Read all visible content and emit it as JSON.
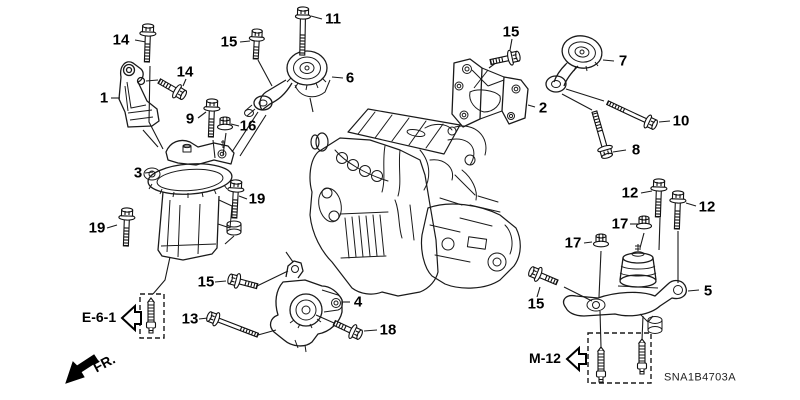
{
  "figure": {
    "drawing_code": "SNA1B4703A",
    "front_marker": "FR.",
    "ref_links": [
      {
        "label": "E-6-1"
      },
      {
        "label": "M-12"
      }
    ]
  },
  "callouts": [
    {
      "label": "14"
    },
    {
      "label": "15"
    },
    {
      "label": "11"
    },
    {
      "label": "14"
    },
    {
      "label": "1"
    },
    {
      "label": "6"
    },
    {
      "label": "15"
    },
    {
      "label": "7"
    },
    {
      "label": "2"
    },
    {
      "label": "10"
    },
    {
      "label": "9"
    },
    {
      "label": "16"
    },
    {
      "label": "8"
    },
    {
      "label": "3"
    },
    {
      "label": "19"
    },
    {
      "label": "19"
    },
    {
      "label": "12"
    },
    {
      "label": "12"
    },
    {
      "label": "17"
    },
    {
      "label": "17"
    },
    {
      "label": "15"
    },
    {
      "label": "15"
    },
    {
      "label": "5"
    },
    {
      "label": "4"
    },
    {
      "label": "13"
    },
    {
      "label": "18"
    }
  ]
}
